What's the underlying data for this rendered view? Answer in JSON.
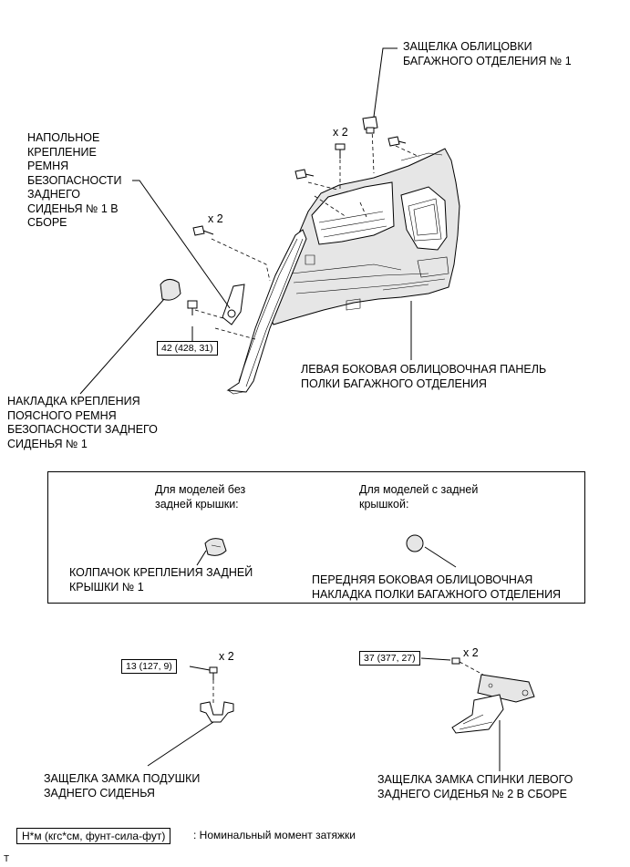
{
  "labels": {
    "clip_trim_1": "ЗАЩЕЛКА ОБЛИЦОВКИ\nБАГАЖНОГО ОТДЕЛЕНИЯ № 1",
    "floor_anchor": "НАПОЛЬНОЕ\nКРЕПЛЕНИЕ\nРЕМНЯ\nБЕЗОПАСНОСТИ\nЗАДНЕГО\nСИДЕНЬЯ № 1 В\nСБОРЕ",
    "belt_cover": "НАКЛАДКА КРЕПЛЕНИЯ\nПОЯСНОГО РЕМНЯ\nБЕЗОПАСНОСТИ ЗАДНЕГО\nСИДЕНЬЯ № 1",
    "side_panel": "ЛЕВАЯ БОКОВАЯ ОБЛИЦОВОЧНАЯ ПАНЕЛЬ\nПОЛКИ БАГАЖНОГО ОТДЕЛЕНИЯ",
    "cushion_striker": "ЗАЩЕЛКА ЗАМКА ПОДУШКИ\nЗАДНЕГО СИДЕНЬЯ",
    "seatback_lock": "ЗАЩЕЛКА ЗАМКА СПИНКИ ЛЕВОГО\nЗАДНЕГО СИДЕНЬЯ № 2 В СБОРЕ"
  },
  "variants": {
    "without_cover": {
      "header": "Для моделей без\nзадней крышки:",
      "part": "КОЛПАЧОК КРЕПЛЕНИЯ ЗАДНЕЙ\nКРЫШКИ № 1"
    },
    "with_cover": {
      "header": "Для моделей с задней\nкрышкой:",
      "part": "ПЕРЕДНЯЯ БОКОВАЯ ОБЛИЦОВОЧНАЯ\nНАКЛАДКА ПОЛКИ БАГАЖНОГО ОТДЕЛЕНИЯ"
    }
  },
  "multipliers": {
    "top_bolts": "x 2",
    "anchor_bolts": "x 2",
    "cushion_bolts": "x 2",
    "seatback_bolts": "x 2"
  },
  "torques": {
    "anchor": "42 (428, 31)",
    "cushion_striker": "13 (127, 9)",
    "seatback_lock": "37 (377, 27)"
  },
  "legend": {
    "units": "Н*м (кгс*см, фунт-сила-фут)",
    "description": ": Номинальный момент затяжки"
  },
  "corner_mark": "T"
}
